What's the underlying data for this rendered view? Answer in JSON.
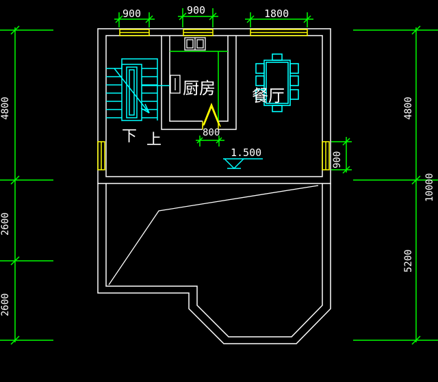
{
  "colors": {
    "background": "#000000",
    "wall": "#ffffff",
    "dimension": "#00ff00",
    "window": "#ffff00",
    "furniture": "#00ffff",
    "cyan": "#00ffff",
    "door": "#ffff00"
  },
  "top_dims": {
    "w1": "900",
    "w2": "900",
    "w3": "1800"
  },
  "inner_dims": {
    "door_width": "800",
    "side_window": "900"
  },
  "left_dims": {
    "upper": "4800",
    "middle": "2600",
    "lower": "2600"
  },
  "right_dims": {
    "upper": "4800",
    "lower": "5200",
    "total": "10000"
  },
  "rooms": {
    "kitchen": "厨房",
    "dining": "餐厅"
  },
  "stairs": {
    "down": "下",
    "up": "上"
  },
  "level": {
    "value": "1.500"
  }
}
